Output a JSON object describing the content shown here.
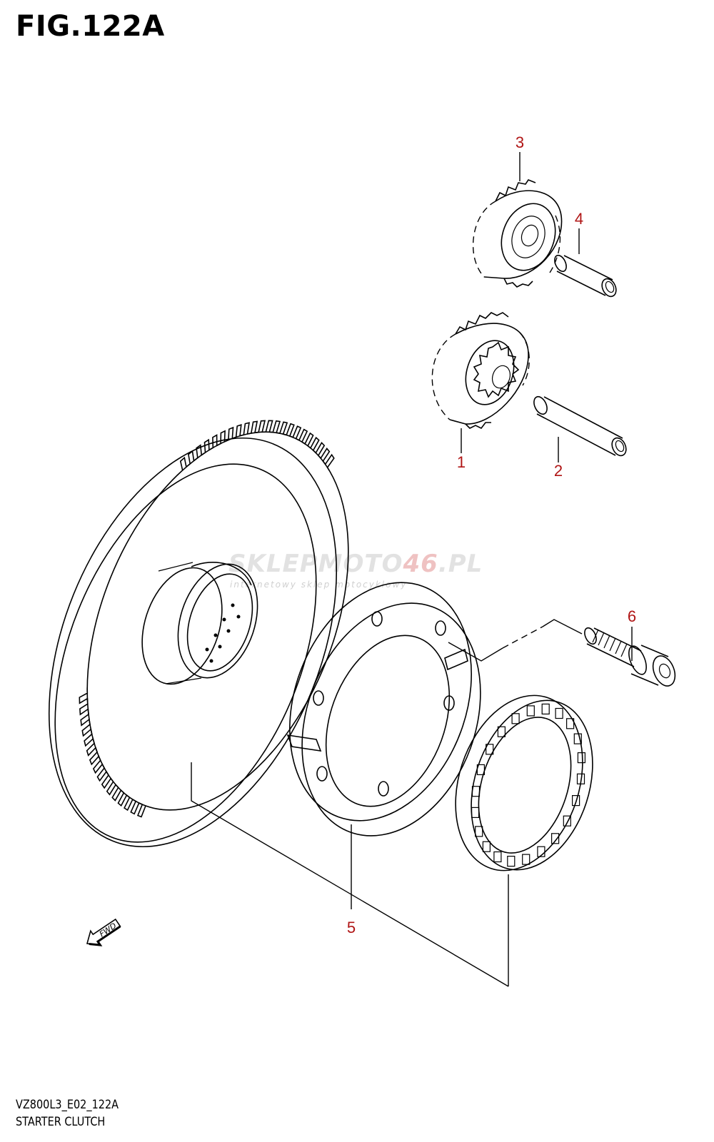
{
  "figure": {
    "title": "FIG.122A"
  },
  "callouts": [
    {
      "id": "1",
      "label": "1"
    },
    {
      "id": "2",
      "label": "2"
    },
    {
      "id": "3",
      "label": "3"
    },
    {
      "id": "4",
      "label": "4"
    },
    {
      "id": "5",
      "label": "5"
    },
    {
      "id": "6",
      "label": "6"
    }
  ],
  "fwd_arrow": {
    "label": "FWD"
  },
  "watermark": {
    "brand_part1": "SKLEP",
    "brand_part2": "MOTO",
    "brand_part3": "46",
    "brand_part4": ".PL",
    "tagline": "internetowy sklep motocyklowy"
  },
  "footer": {
    "code": "VZ800L3_E02_122A",
    "caption": "STARTER CLUTCH"
  },
  "colors": {
    "callout": "#b01515",
    "line": "#000000"
  }
}
